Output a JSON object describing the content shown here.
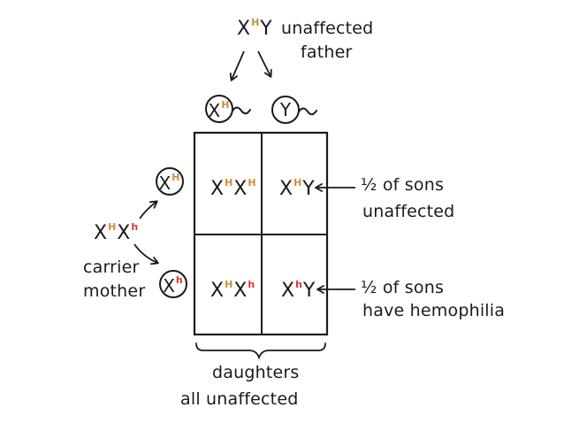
{
  "father": {
    "genotype": {
      "x": "X",
      "allele": "H",
      "y": "Y"
    },
    "label_line1": "unaffected",
    "label_line2": "father",
    "gametes": [
      {
        "base": "X",
        "allele": "H"
      },
      {
        "base": "Y",
        "allele": ""
      }
    ]
  },
  "mother": {
    "genotype": {
      "x1": "X",
      "allele1": "H",
      "x2": "X",
      "allele2": "h"
    },
    "label_line1": "carrier",
    "label_line2": "mother",
    "gametes": [
      {
        "base": "X",
        "allele": "H"
      },
      {
        "base": "X",
        "allele": "h"
      }
    ]
  },
  "grid": {
    "cells": [
      {
        "a": "X",
        "a_allele": "H",
        "b": "X",
        "b_allele": "H"
      },
      {
        "a": "X",
        "a_allele": "H",
        "b": "Y",
        "b_allele": ""
      },
      {
        "a": "X",
        "a_allele": "H",
        "b": "X",
        "b_allele": "h"
      },
      {
        "a": "X",
        "a_allele": "h",
        "b": "Y",
        "b_allele": ""
      }
    ]
  },
  "notes": {
    "sons_top_line1": "½ of sons",
    "sons_top_line2": "unaffected",
    "sons_bottom_line1": "½ of sons",
    "sons_bottom_line2": "have hemophilia",
    "daughters_line1": "daughters",
    "daughters_line2": "all unaffected"
  },
  "colors": {
    "dominant_allele": "#c8913a",
    "recessive_allele": "#d93535",
    "ink": "#1a1a1a"
  }
}
